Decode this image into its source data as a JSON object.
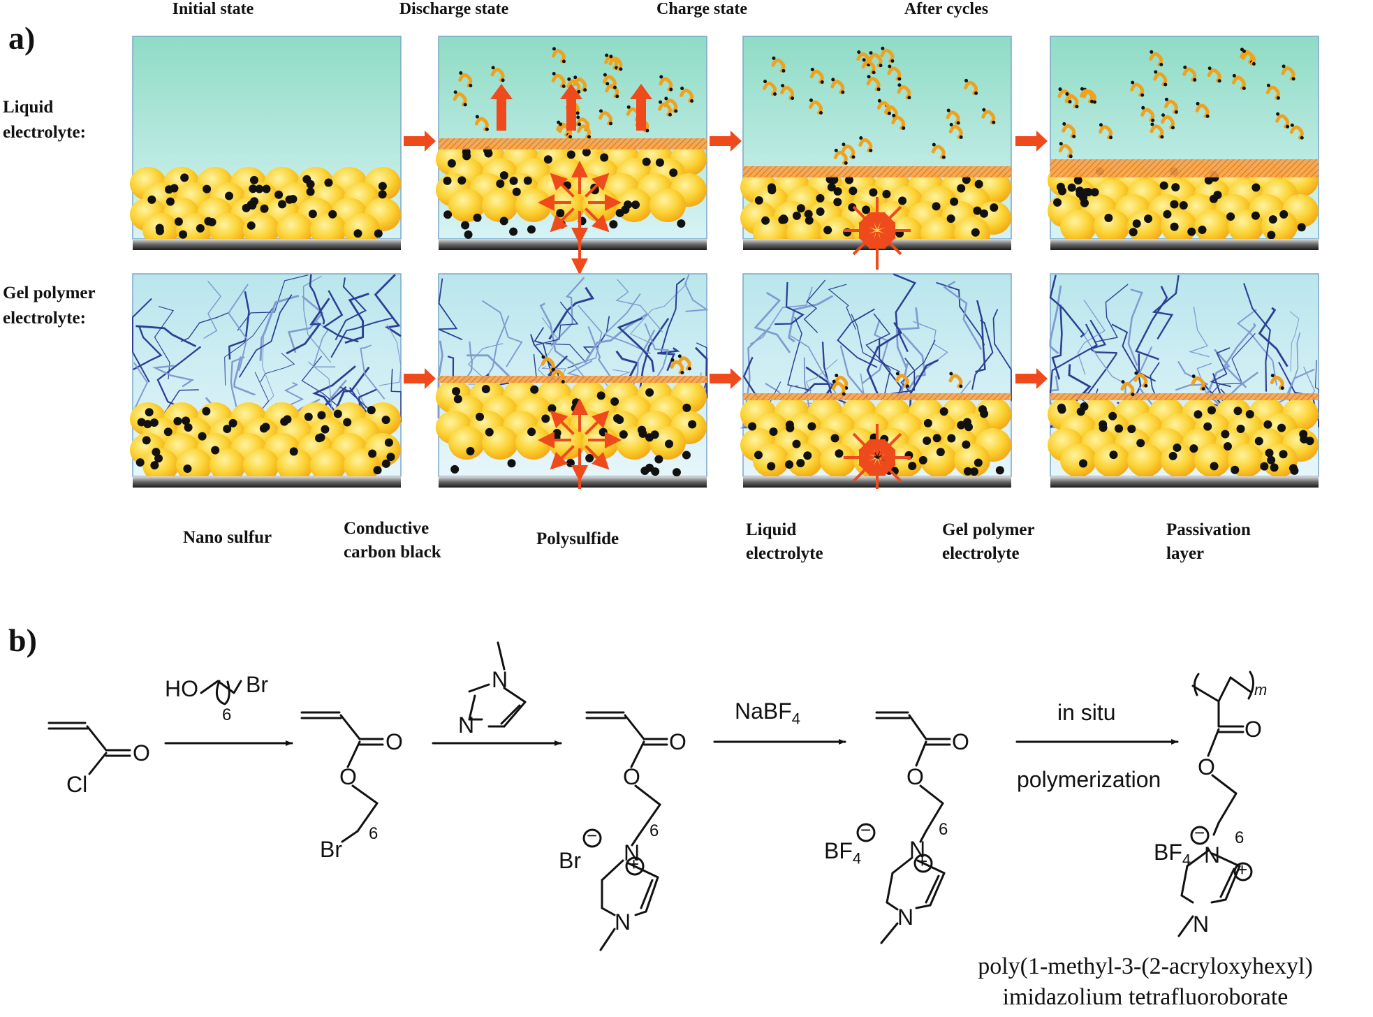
{
  "panel_a": {
    "label": "a)",
    "headers": [
      "Initial state",
      "Discharge state",
      "Charge state",
      "After cycles"
    ],
    "rows": [
      {
        "label_line1": "Liquid",
        "label_line2": "electrolyte:"
      },
      {
        "label_line1": "Gel polymer",
        "label_line2": "electrolyte:"
      }
    ],
    "legend": {
      "nano_sulfur": "Nano sulfur",
      "carbon_l1": "Conductive",
      "carbon_l2": "carbon black",
      "polysulfide": "Polysulfide",
      "liquid_l1": "Liquid",
      "liquid_l2": "electrolyte",
      "gel_l1": "Gel polymer",
      "gel_l2": "electrolyte",
      "pass_l1": "Passivation",
      "pass_l2": "layer"
    },
    "colors": {
      "sulfur": "#f9c21b",
      "sulfur_light": "#fff3a0",
      "carbon": "#111111",
      "liquid_top": "#8fdcc5",
      "liquid_bottom": "#d7f3f5",
      "gel_fiber": "#2c3f94",
      "arrow": "#ee4a1c",
      "passivation": "#ee8a2a"
    }
  },
  "panel_b": {
    "label": "b)",
    "reagents": {
      "step1_ho": "HO",
      "step1_br": "Br",
      "step1_sub": "6",
      "step2_n1": "N",
      "step2_n2": "N",
      "step3": "NaBF",
      "step3_sub": "4",
      "step4_top": "in situ",
      "step4_bottom": "polymerization"
    },
    "atoms": {
      "o": "O",
      "cl": "Cl",
      "br": "Br",
      "n": "N",
      "six": "6",
      "bf": "BF",
      "four": "4",
      "m": "m",
      "minus": "−",
      "plus": "+"
    },
    "caption_line1": "poly(1-methyl-3-(2-acryloxyhexyl)",
    "caption_line2": "imidazolium tetrafluoroborate"
  }
}
